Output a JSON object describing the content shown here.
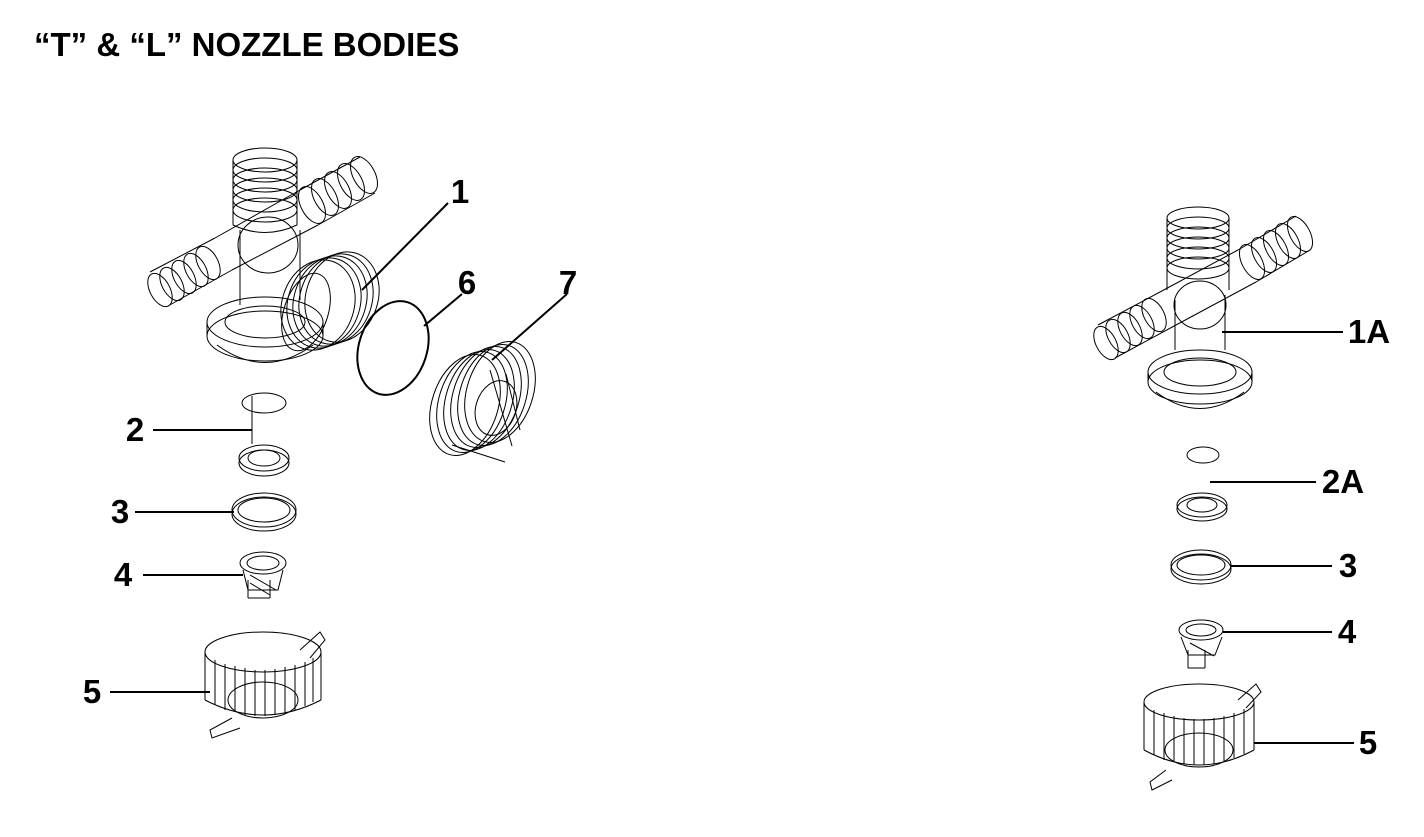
{
  "title": "“T” & “L” NOZZLE BODIES",
  "callouts": {
    "left": [
      "1",
      "6",
      "7",
      "2",
      "3",
      "4",
      "5"
    ],
    "right": [
      "1A",
      "2A",
      "3",
      "4",
      "5"
    ]
  }
}
